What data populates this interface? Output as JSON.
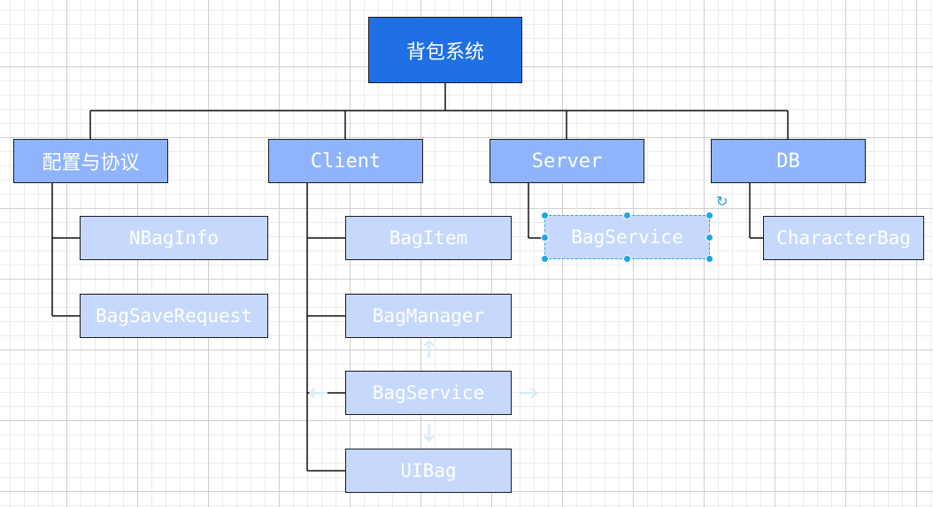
{
  "diagram": {
    "root": {
      "label": "背包系统"
    },
    "categories": [
      {
        "label": "配置与协议",
        "children": [
          "NBagInfo",
          "BagSaveRequest"
        ]
      },
      {
        "label": "Client",
        "children": [
          "BagItem",
          "BagManager",
          "BagService",
          "UIBag"
        ]
      },
      {
        "label": "Server",
        "children": [
          "BagService"
        ]
      },
      {
        "label": "DB",
        "children": [
          "CharacterBag"
        ]
      }
    ]
  },
  "selection": {
    "node": "BagService",
    "handles_icon": "resize-handle-icon",
    "rotate_icon": "rotate-icon"
  },
  "colors": {
    "root_fill": "#1f6fe5",
    "category_fill": "#8fb4fb",
    "leaf_fill": "#c6d9fc",
    "text": "#ffffff",
    "selection": "#1fa6e6"
  }
}
